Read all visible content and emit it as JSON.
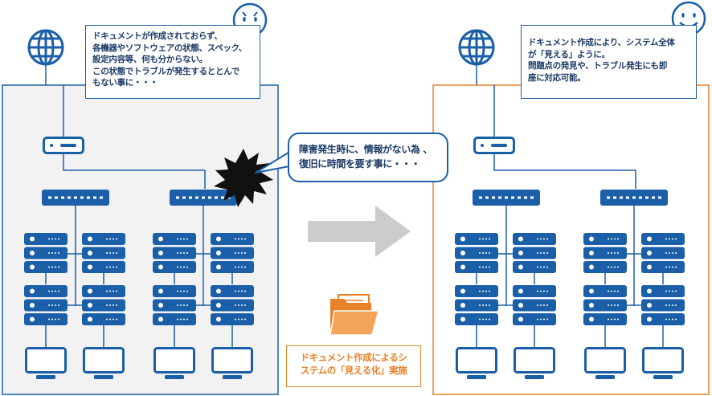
{
  "before": {
    "note": "ドキュメントが作成されておらず、\n各機器やソフトウェアの状態、スペック、\n設定内容等、何も分からない。\nこの状態でトラブルが発生するととんで\nもない事に・・・",
    "mood_icon": "sad-face-icon",
    "panel_color": "#1a5fa8"
  },
  "trouble_bubble": "障害発生時に、情報がない為 、\n復旧に時間を要す事に・・・",
  "after": {
    "note": "ドキュメント作成により、システム全体\nが「見える」ように。\n問題点の発見や、トラブル発生にも即\n座に対応可能。",
    "mood_icon": "smile-face-icon",
    "panel_color": "#e8822a"
  },
  "caption": "ドキュメント作成によるシ\nステムの「見える化」実施",
  "colors": {
    "device_blue": "#1a5fa8",
    "panel_bg": "#f2f2f2",
    "arrow_gray": "#cccccc",
    "accent_orange": "#e8822a"
  }
}
